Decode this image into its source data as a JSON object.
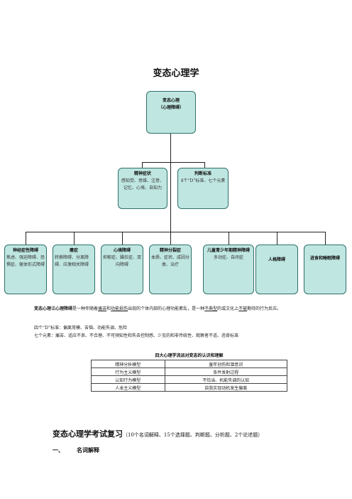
{
  "title": "变态心理学",
  "root": {
    "title": "变态心理",
    "subtitle": "（心理障碍）"
  },
  "level2": [
    {
      "title": "精神症状",
      "text": "感知觉、思维、注意、记忆、心境、自知力"
    },
    {
      "title": "判断标准",
      "text": "4个“D”标准、七个元素"
    }
  ],
  "level3": [
    {
      "title": "神经症性障碍",
      "text": "焦虑、强迫障碍、恐惧症、躯体形式障碍"
    },
    {
      "title": "癔症",
      "text": "转换障碍、分离障碍、应激相关障碍"
    },
    {
      "title": "心境障碍",
      "text": "抑郁症、躁狂症、双向障碍"
    },
    {
      "title": "精神分裂症",
      "text": "本质、症状、成因分类、治疗"
    },
    {
      "title": "儿童青少年期精神障碍",
      "text": "多动症、自闭症"
    },
    {
      "title": "人格障碍",
      "text": ""
    },
    {
      "title": "进食和睡眠障碍",
      "text": ""
    }
  ],
  "definition": {
    "t1": "变态心理",
    "t2": "或",
    "t3": "心理障碍",
    "t4": "是一种伴随着",
    "t5": "痛苦",
    "t6": "和",
    "t7": "功能损伤",
    "t8": "出现的个体内部的心理功能紊乱，是一种",
    "t9": "不典型",
    "t10": "的或文化上",
    "t11": "不被",
    "t12": "期待的行为反应。"
  },
  "d4_line": "四个“D”标准：偏离常模、苦恼、功能失调、危险",
  "seven_line": "七个元素：痛苦、适应不良、不合理、不可预知性和失去控制感、少见的和非传统性、观察者不适、违背标准",
  "table": {
    "caption": "四大心理学流派对变态的认识和理解",
    "rows": [
      [
        "精神分析模型",
        "童年创伤和潜意识"
      ],
      [
        "行为主义模型",
        "条件发射过程"
      ],
      [
        "认知行为模型",
        "不恰当、机能失调的认知"
      ],
      [
        "人本主义模型",
        "自我实现动机发生偏离"
      ]
    ]
  },
  "exam": {
    "title": "变态心理学考试复习",
    "note": "（10个名词解释、15个选择题、判断题、分析题、2个论述题）"
  },
  "section1": {
    "num": "一、",
    "label": "名词解释"
  }
}
